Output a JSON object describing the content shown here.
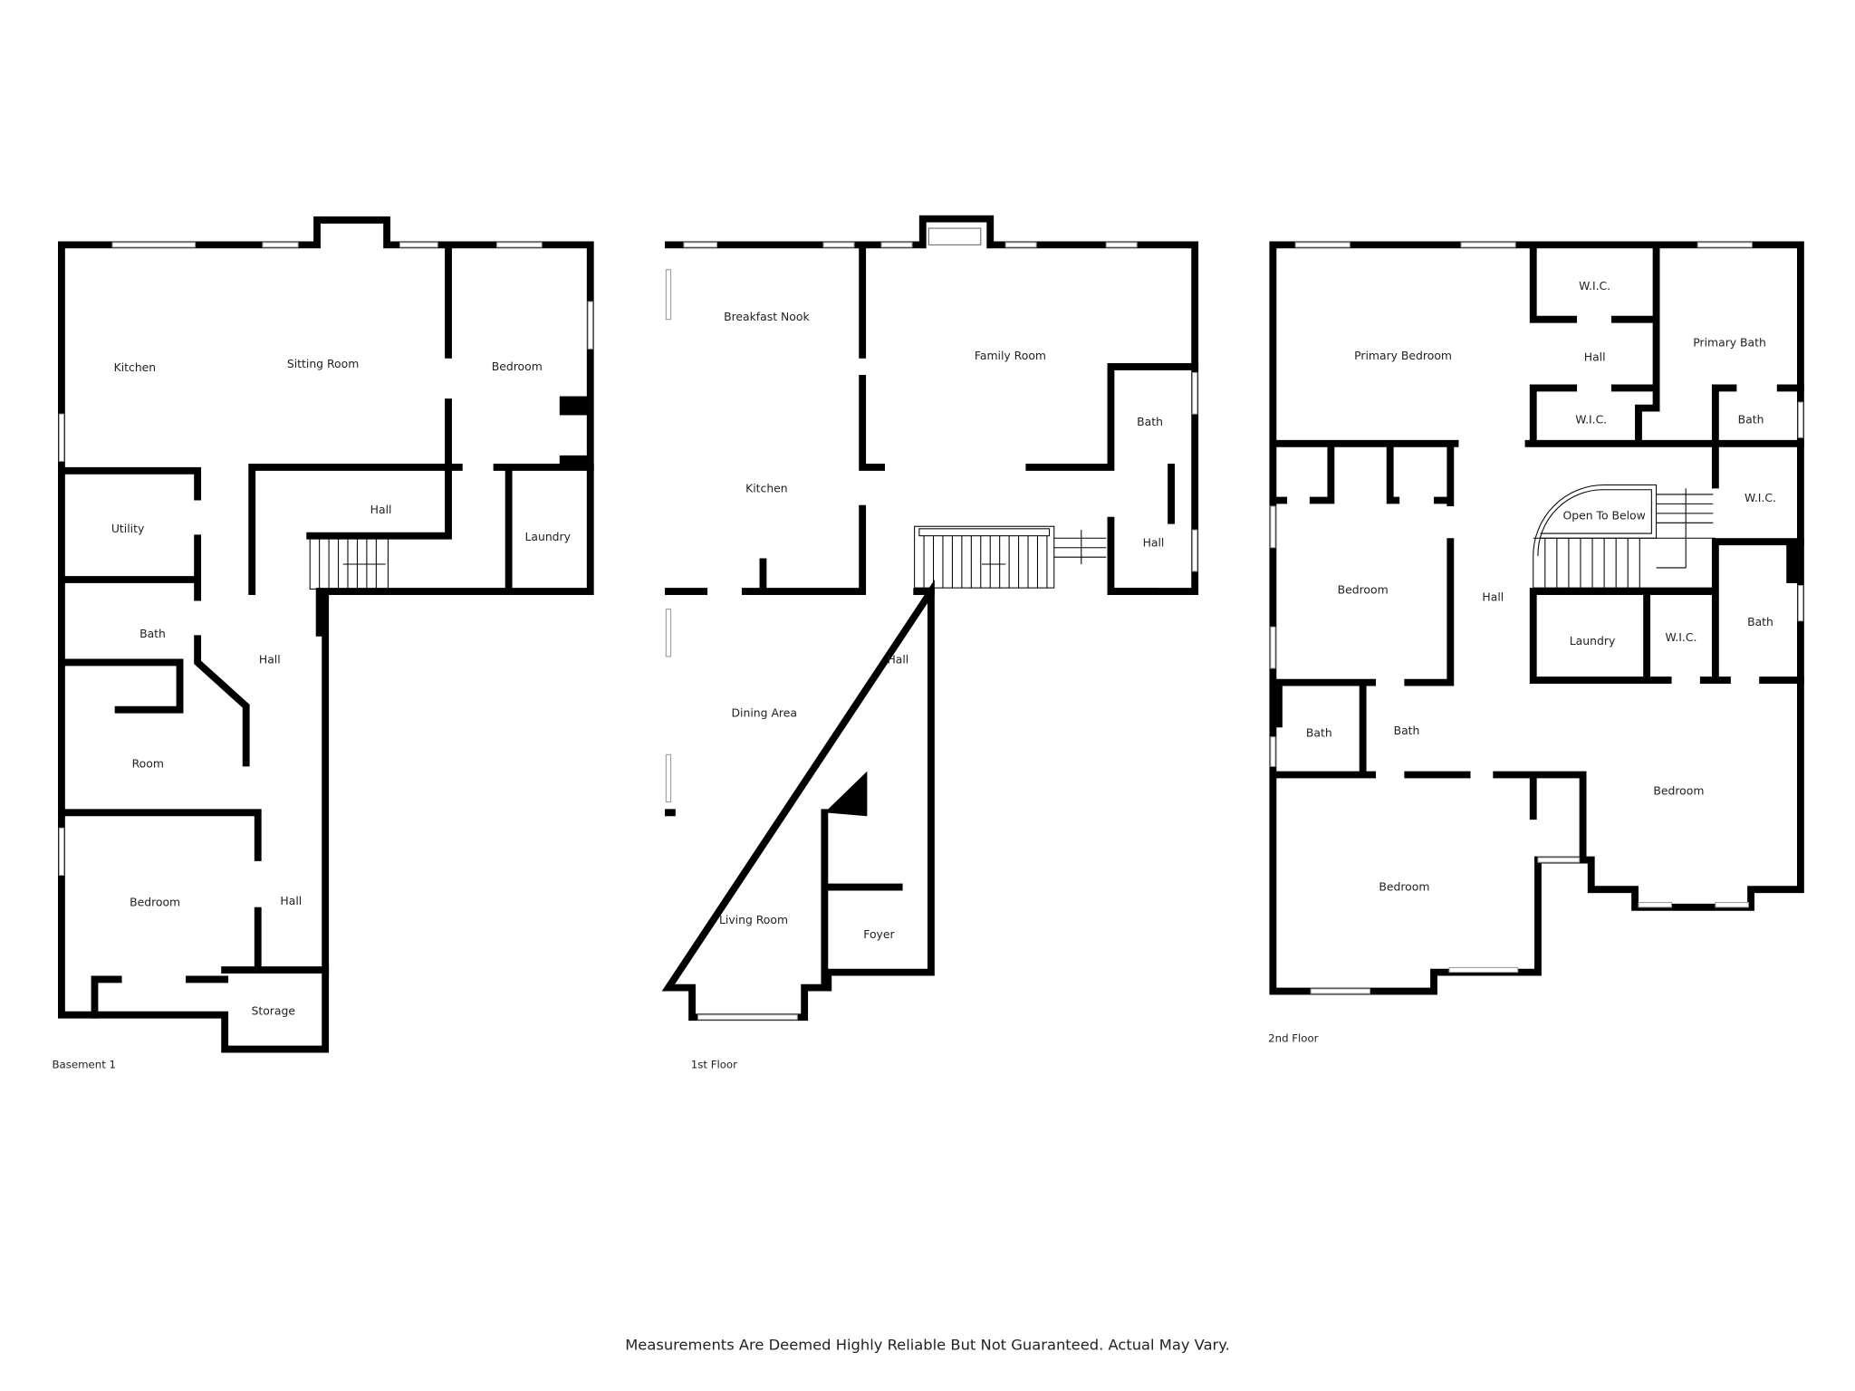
{
  "floors": [
    {
      "label": "Basement 1",
      "rooms": [
        "Kitchen",
        "Sitting Room",
        "Bedroom",
        "Hall",
        "Laundry",
        "Utility",
        "Bath",
        "Hall",
        "Room",
        "Bedroom",
        "Hall",
        "Storage"
      ]
    },
    {
      "label": "1st Floor",
      "rooms": [
        "Breakfast Nook",
        "Family Room",
        "Bath",
        "Kitchen",
        "Hall",
        "Hall",
        "Dining Area",
        "Living Room",
        "Foyer"
      ]
    },
    {
      "label": "2nd Floor",
      "rooms": [
        "W.I.C.",
        "Primary Bedroom",
        "Hall",
        "Primary Bath",
        "W.I.C.",
        "Bath",
        "Open To Below",
        "W.I.C.",
        "Bedroom",
        "Hall",
        "Laundry",
        "W.I.C.",
        "Bath",
        "Bath",
        "Bath",
        "Bedroom",
        "Bedroom"
      ]
    }
  ],
  "footer": "Measurements Are Deemed Highly Reliable But Not Guaranteed. Actual May Vary.",
  "colors": {
    "wall": "#000000",
    "background": "#ffffff"
  }
}
